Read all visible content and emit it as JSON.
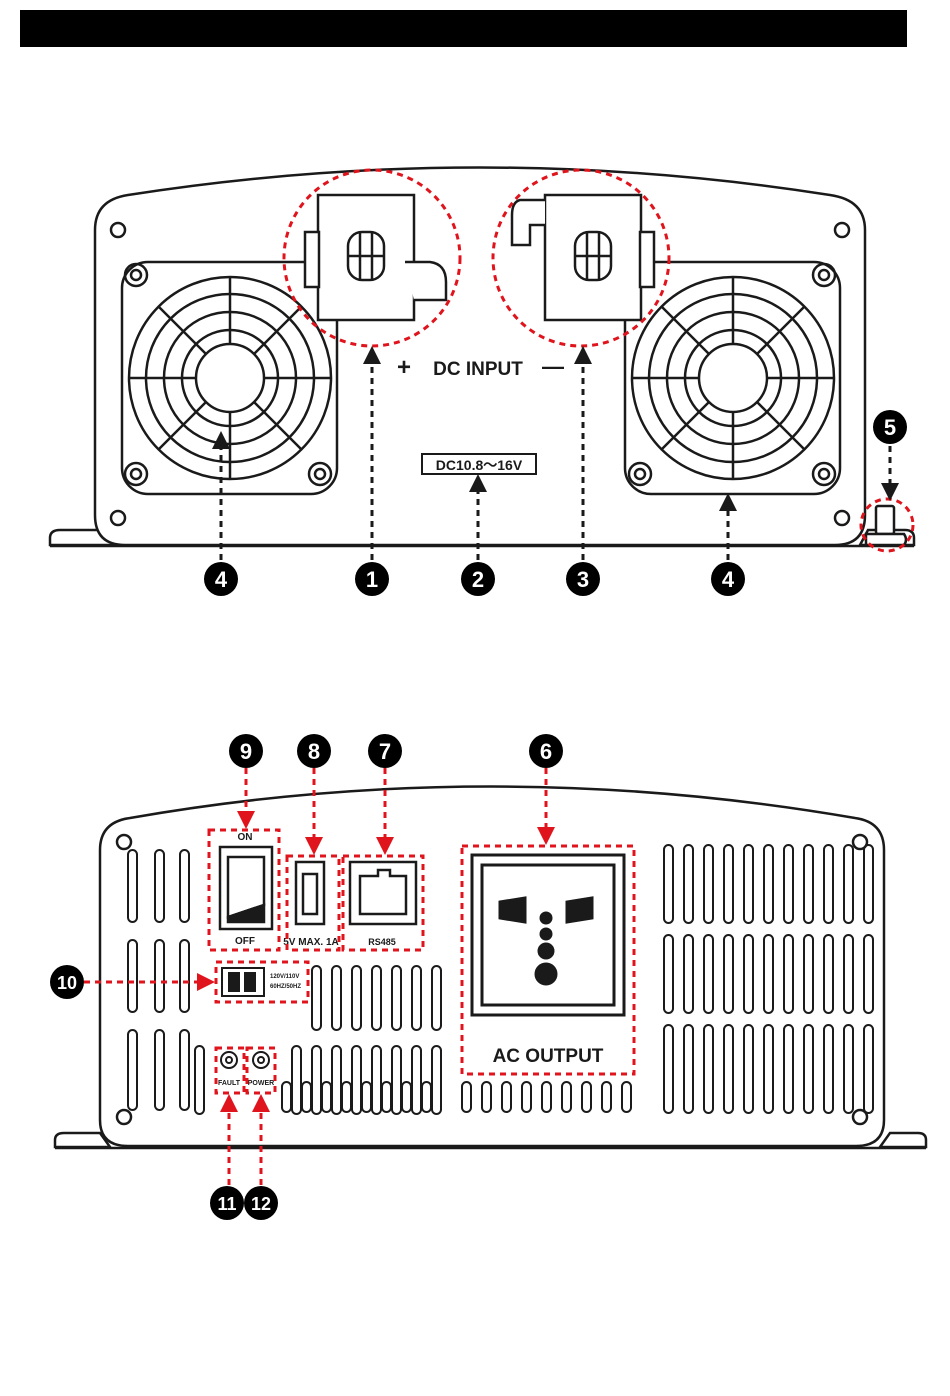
{
  "front_panel": {
    "dc_input_plus": "+",
    "dc_input_label": "DC INPUT",
    "dc_input_minus": "—",
    "voltage_label": "DC10.8～16V"
  },
  "rear_panel": {
    "switch_on": "ON",
    "switch_off": "OFF",
    "usb_label": "5V MAX. 1A",
    "rs485_label": "RS485",
    "dip_line1": "120V/110V",
    "dip_line2": "60HZ/50HZ",
    "ac_output_label": "AC OUTPUT",
    "fault_label": "FAULT",
    "power_label": "POWER"
  },
  "callouts": {
    "c1": "1",
    "c2": "2",
    "c3": "3",
    "c4": "4",
    "c5": "5",
    "c6": "6",
    "c7": "7",
    "c8": "8",
    "c9": "9",
    "c10": "10",
    "c11": "11",
    "c12": "12"
  },
  "colors": {
    "callout_red": "#e0141c",
    "ink": "#1a1a1a",
    "badge": "#000000"
  },
  "icons": {
    "fan": "fan-grille-icon",
    "terminal": "dc-terminal-icon",
    "socket": "universal-socket-icon",
    "rj45": "rj45-port-icon",
    "usb": "usb-port-icon"
  }
}
